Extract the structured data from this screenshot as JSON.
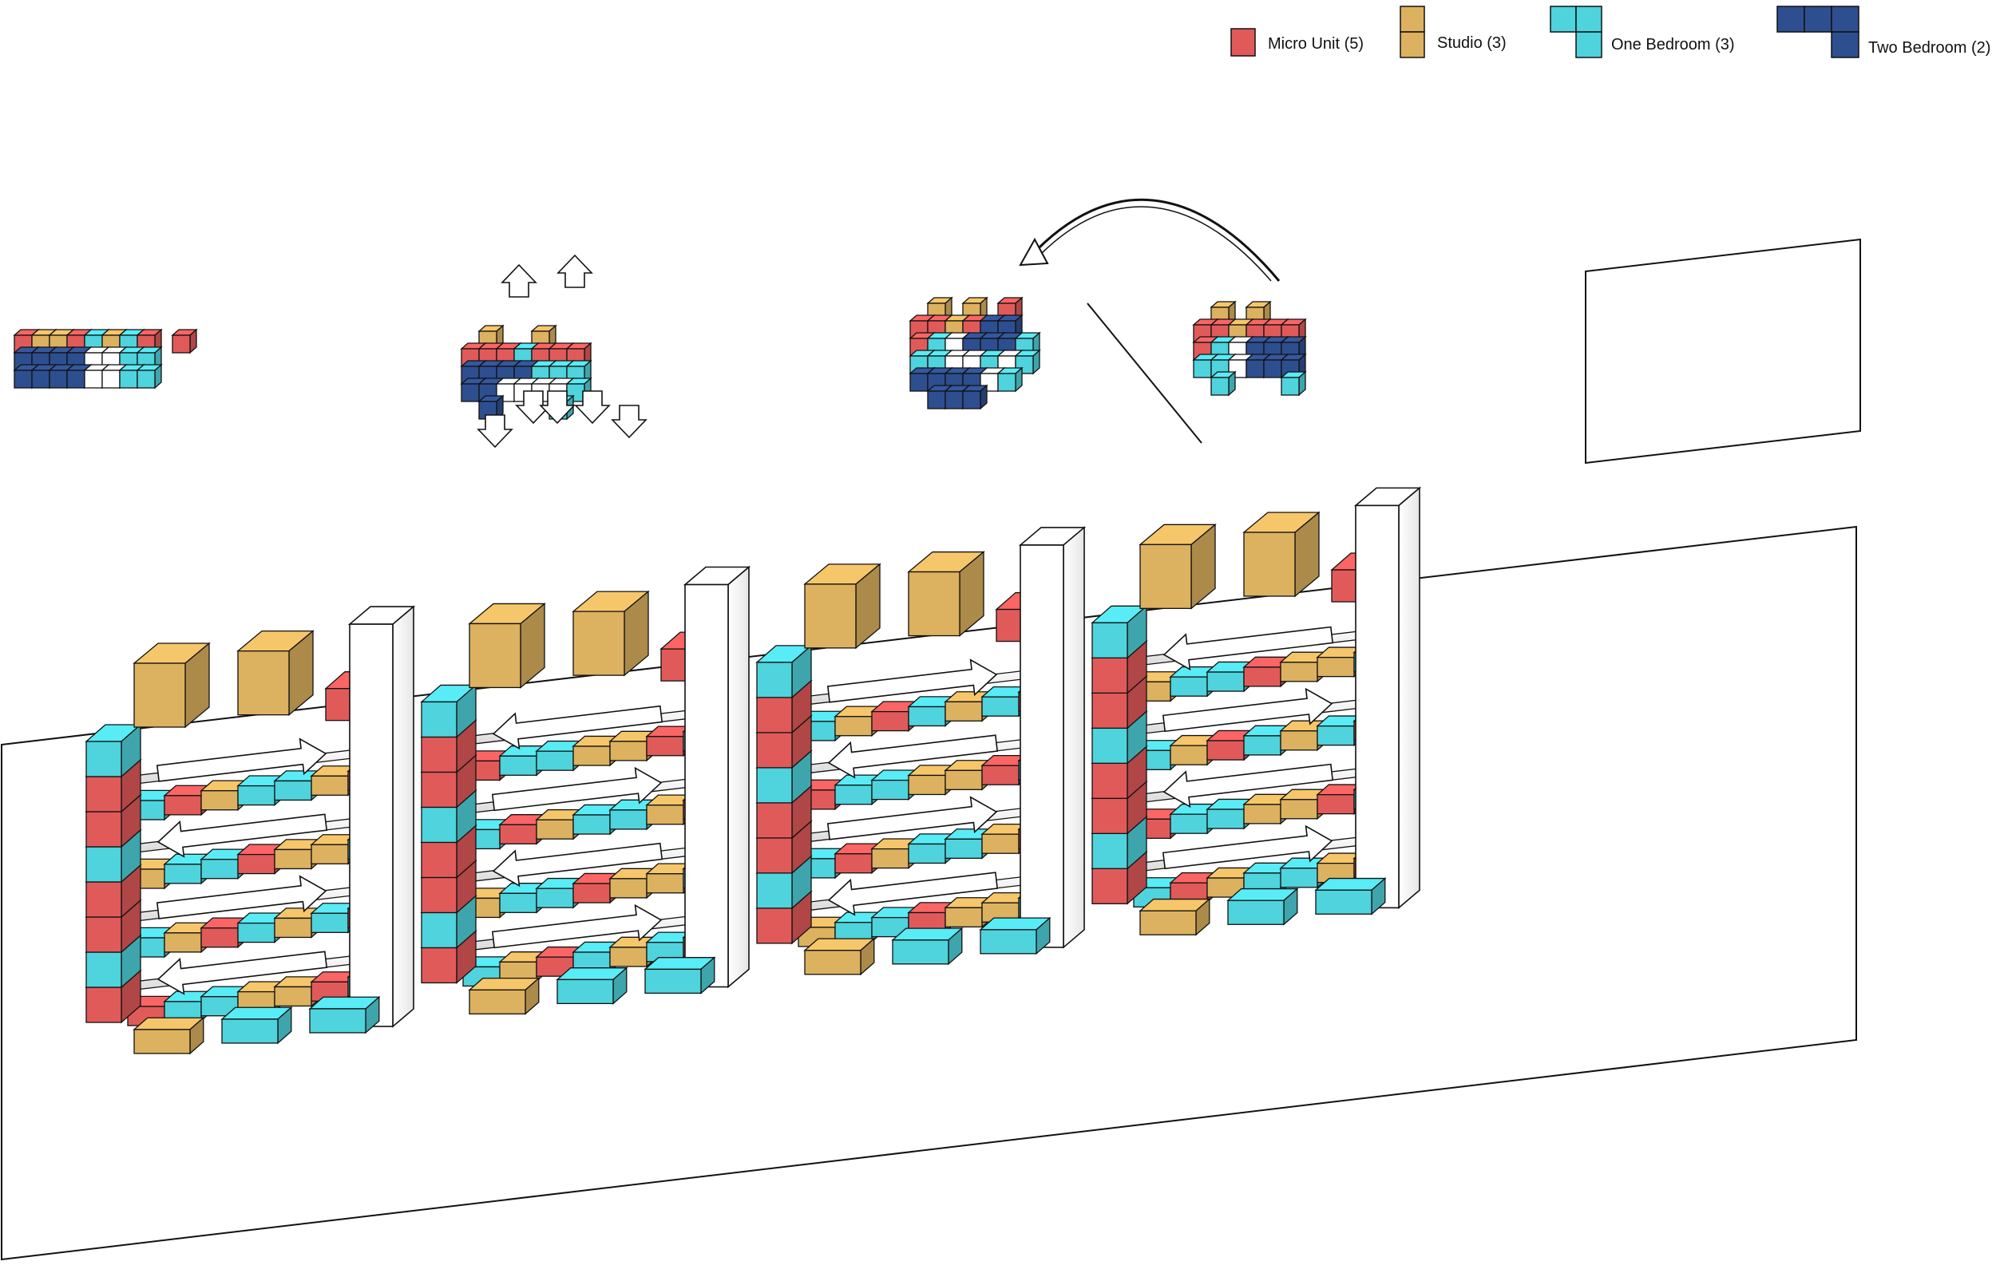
{
  "legend": {
    "items": [
      {
        "key": "micro",
        "label": "Micro Unit (5)",
        "color": "#e15a5a"
      },
      {
        "key": "studio",
        "label": "Studio (3)",
        "color": "#dcb15f"
      },
      {
        "key": "one",
        "label": "One Bedroom (3)",
        "color": "#4fd3dc"
      },
      {
        "key": "two",
        "label": "Two Bedroom (2)",
        "color": "#2e4f8f"
      }
    ]
  },
  "colors": {
    "micro": "#e15a5a",
    "studio": "#dcb15f",
    "one": "#4fd3dc",
    "two": "#2e4f8f",
    "circulation": "#ffffff",
    "outline": "#111111",
    "plane": "#ffffff"
  },
  "diagram": {
    "steps": [
      {
        "name": "step-1-unit-stack"
      },
      {
        "name": "step-2-push-pull"
      },
      {
        "name": "step-3-flip-a"
      },
      {
        "name": "step-3-flip-b"
      },
      {
        "name": "step-4-site-plane"
      }
    ],
    "bays": 4,
    "floors": 4
  }
}
